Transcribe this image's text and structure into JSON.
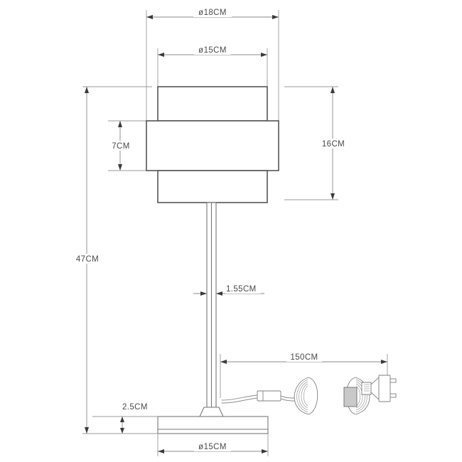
{
  "drawing": {
    "title": "Table Lamp Dimension Drawing",
    "subject": "table-lamp",
    "units": "CM",
    "line_color": "#555555",
    "dimension_color": "#8a8a8a",
    "text_color": "#4a4a4a",
    "background": "#ffffff"
  },
  "dimensions": {
    "shade_outer_diameter": "ø18CM",
    "shade_inner_diameter": "ø15CM",
    "shade_middle_band_height": "7CM",
    "shade_total_height": "16CM",
    "lamp_total_height": "47CM",
    "stem_diameter": "1.55CM",
    "cord_length": "150CM",
    "base_height": "2.5CM",
    "base_diameter": "ø15CM"
  },
  "dimension_list": [
    {
      "id": "shade-outer-diameter",
      "label": "ø18CM",
      "value": 18,
      "unit": "CM",
      "orientation": "horizontal",
      "describes": "upper shade outer diameter"
    },
    {
      "id": "shade-inner-diameter",
      "label": "ø15CM",
      "value": 15,
      "unit": "CM",
      "orientation": "horizontal",
      "describes": "shade top inner diameter"
    },
    {
      "id": "shade-band-height",
      "label": "7CM",
      "value": 7,
      "unit": "CM",
      "orientation": "vertical",
      "describes": "middle shade band height"
    },
    {
      "id": "shade-height",
      "label": "16CM",
      "value": 16,
      "unit": "CM",
      "orientation": "vertical",
      "describes": "total shade height"
    },
    {
      "id": "lamp-height",
      "label": "47CM",
      "value": 47,
      "unit": "CM",
      "orientation": "vertical",
      "describes": "overall lamp height"
    },
    {
      "id": "stem-diameter",
      "label": "1.55CM",
      "value": 1.55,
      "unit": "CM",
      "orientation": "horizontal",
      "describes": "stem diameter"
    },
    {
      "id": "cord-length",
      "label": "150CM",
      "value": 150,
      "unit": "CM",
      "orientation": "horizontal",
      "describes": "power cord length"
    },
    {
      "id": "base-height",
      "label": "2.5CM",
      "value": 2.5,
      "unit": "CM",
      "orientation": "vertical",
      "describes": "base plate thickness"
    },
    {
      "id": "base-diameter",
      "label": "ø15CM",
      "value": 15,
      "unit": "CM",
      "orientation": "horizontal",
      "describes": "base diameter"
    }
  ],
  "parts": [
    {
      "id": "shade-upper",
      "name": "Upper shade ring"
    },
    {
      "id": "shade-middle",
      "name": "Middle shade band"
    },
    {
      "id": "shade-lower",
      "name": "Lower shade ring"
    },
    {
      "id": "stem",
      "name": "Lamp stem"
    },
    {
      "id": "base",
      "name": "Base plate"
    },
    {
      "id": "cord",
      "name": "Power cord"
    },
    {
      "id": "inline-switch",
      "name": "Inline rocker switch"
    },
    {
      "id": "cord-coil",
      "name": "Bundled cord coil"
    },
    {
      "id": "plug",
      "name": "Two-pin plug"
    }
  ]
}
